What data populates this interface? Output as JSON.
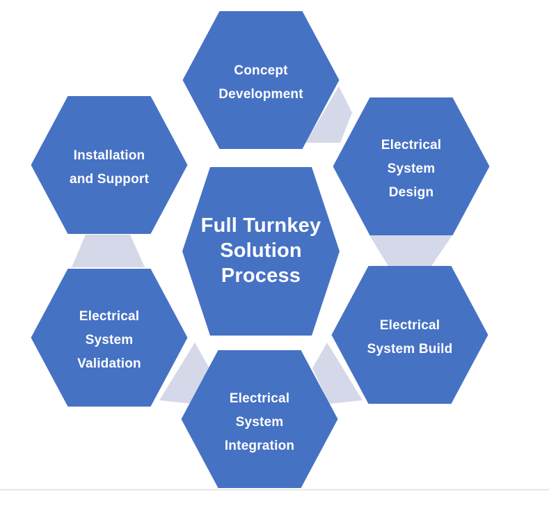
{
  "diagram": {
    "title_node": {
      "lines": [
        "Full Turnkey",
        "Solution",
        "Process"
      ]
    },
    "nodes": [
      {
        "id": "concept-development",
        "lines": [
          "Concept",
          "Development"
        ]
      },
      {
        "id": "electrical-system-design",
        "lines": [
          "Electrical",
          "System",
          "Design"
        ]
      },
      {
        "id": "electrical-system-build",
        "lines": [
          "Electrical",
          "System Build"
        ]
      },
      {
        "id": "electrical-system-integration",
        "lines": [
          "Electrical",
          "System",
          "Integration"
        ]
      },
      {
        "id": "electrical-system-validation",
        "lines": [
          "Electrical",
          "System",
          "Validation"
        ]
      },
      {
        "id": "installation-and-support",
        "lines": [
          "Installation",
          "and Support"
        ]
      }
    ],
    "colors": {
      "hexagon_fill": "#4672C4",
      "connector_fill": "#D4D8E9",
      "label_text": "#FFFFFF",
      "bottom_rule": "#DFDFDF"
    }
  }
}
